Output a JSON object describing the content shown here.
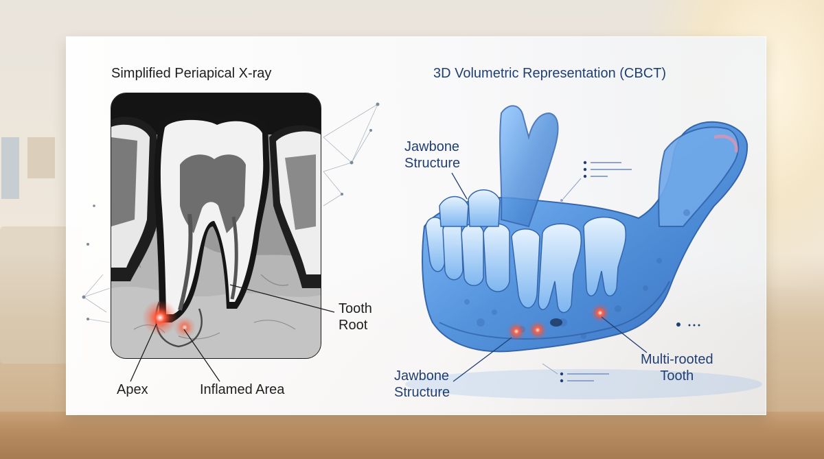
{
  "left_panel": {
    "title": "Simplified Periapical X-ray",
    "labels": {
      "tooth_root": [
        "Tooth",
        "Root"
      ],
      "apex": "Apex",
      "inflamed_area": "Inflamed Area"
    }
  },
  "right_panel": {
    "title": "3D Volumetric Representation (CBCT)",
    "labels": {
      "jawbone_top": [
        "Jawbone",
        "Structure"
      ],
      "jawbone_bottom": [
        "Jawbone",
        "Structure"
      ],
      "multi_rooted": [
        "Multi-rooted",
        "Tooth"
      ]
    }
  },
  "colors": {
    "xray_dark": "#1a1a1a",
    "xray_light": "#f2f2f2",
    "jaw_blue": "#5f9fe0",
    "highlight_red": "#ff3a2a",
    "title_blue": "#1f3f72"
  }
}
